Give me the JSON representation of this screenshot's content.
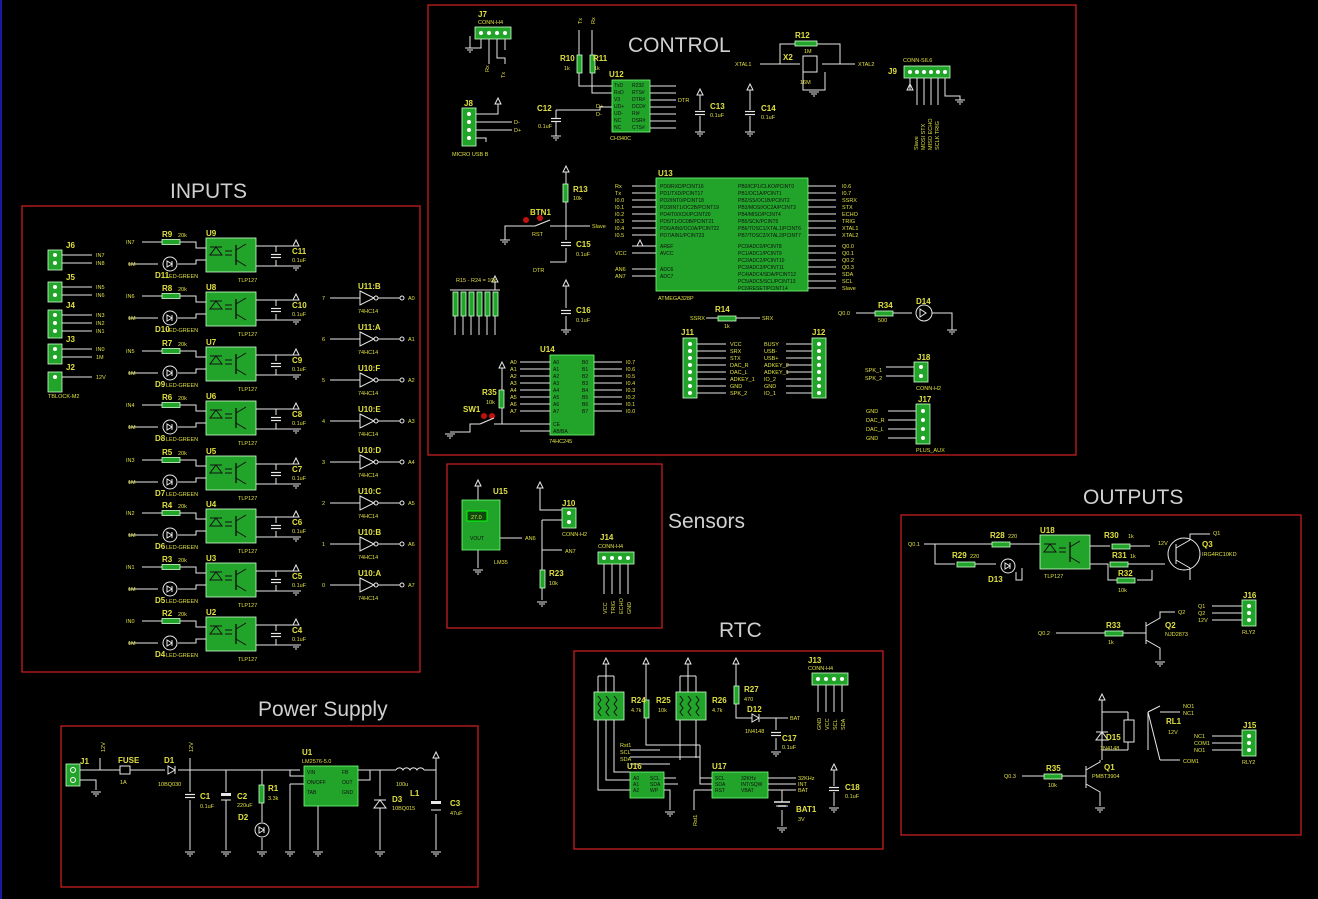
{
  "sections": {
    "control": "CONTROL",
    "inputs": "INPUTS",
    "sensors": "Sensors",
    "outputs": "OUTPUTS",
    "rtc": "RTC",
    "power": "Power Supply"
  },
  "control": {
    "j7": {
      "ref": "J7",
      "value": "CONN-H4",
      "pins": [
        "Rx",
        "Tx"
      ]
    },
    "j8": {
      "ref": "J8",
      "value": "MICRO USB B",
      "pins": [
        "D-",
        "D+"
      ]
    },
    "r10": {
      "ref": "R10",
      "value": "1k"
    },
    "r11": {
      "ref": "R11",
      "value": "1k"
    },
    "u12": {
      "ref": "U12",
      "value": "CH340C",
      "left": [
        "TxD",
        "RxD",
        "V3",
        "UD+",
        "UD-",
        "NC",
        "NC"
      ],
      "right": [
        "R232",
        "RTS#",
        "DTR#",
        "DCD#",
        "RI#",
        "DSR#",
        "CTS#"
      ]
    },
    "c12": {
      "ref": "C12",
      "value": "0.1uF"
    },
    "c13": {
      "ref": "C13",
      "value": "0.1uF"
    },
    "c14": {
      "ref": "C14",
      "value": "0.1uF"
    },
    "r12": {
      "ref": "R12",
      "value": "1M"
    },
    "x2": {
      "ref": "X2",
      "value": "16M"
    },
    "xtal1": "XTAL1",
    "xtal2": "XTAL2",
    "j9": {
      "ref": "J9",
      "value": "CONN-SIL6",
      "pins": [
        "Slave",
        "MOSI STX",
        "MISO ECHO",
        "SCLK TRIG"
      ]
    },
    "dtr": "DTR",
    "r13": {
      "ref": "R13",
      "value": "10k"
    },
    "btn1": {
      "ref": "BTN1",
      "value": "RST"
    },
    "c15": {
      "ref": "C15",
      "value": "0.1uF"
    },
    "c16": {
      "ref": "C16",
      "value": "0.1uF"
    },
    "rnet": {
      "ref": "R15 - R24 = 10k"
    },
    "u13": {
      "ref": "U13",
      "value": "ATMEGA328P",
      "left": [
        "PD0/RXD/PCINT16",
        "PD1/TXD/PCINT17",
        "PD2/INT0/PCINT18",
        "PD3/INT1/OC2B/PCINT19",
        "PD4/T0/XCK/PCINT20",
        "PD5/T1/OC0B/PCINT21",
        "PD6/AIN0/OC0A/PCINT22",
        "PD7/AIN1/PCINT23",
        "AREF",
        "AVCC",
        "ADC6",
        "ADC7"
      ],
      "right": [
        "PB0/ICP1/CLKO/PCINT0",
        "PB1/OC1A/PCINT1",
        "PB2/SS/OC1B/PCINT2",
        "PB3/MOSI/OC2A/PCINT3",
        "PB4/MISO/PCINT4",
        "PB5/SCK/PCINT5",
        "PB6/TOSC1/XTAL1/PCINT6",
        "PB7/TOSC2/XTAL2/PCINT7",
        "PC0/ADC0/PCINT8",
        "PC1/ADC1/PCINT9",
        "PC2/ADC2/PCINT10",
        "PC3/ADC3/PCINT11",
        "PC4/ADC4/SDA/PCINT12",
        "PC5/ADC5/SCL/PCINT13",
        "PC6/RESET/PCINT14"
      ],
      "leftnets": [
        "Rx",
        "Tx",
        "I0.0",
        "I0.1",
        "I0.2",
        "I0.3",
        "I0.4",
        "I0.5",
        "",
        "VCC",
        "AN6",
        "AN7"
      ],
      "rightnets": [
        "I0.6",
        "I0.7",
        "SSRX",
        "STX",
        "ECHO",
        "TRIG",
        "XTAL1",
        "XTAL2",
        "Q0.0",
        "Q0.1",
        "Q0.2",
        "Q0.3",
        "SDA",
        "SCL",
        "Slave"
      ]
    },
    "r34": {
      "ref": "R34",
      "value": "500"
    },
    "d14": {
      "ref": "D14"
    },
    "q00": "Q0.0",
    "r14": {
      "ref": "R14",
      "value": "1k",
      "a": "SSRX",
      "b": "SRX"
    },
    "u14": {
      "ref": "U14",
      "value": "74HC245",
      "left": [
        "A0",
        "A1",
        "A2",
        "A3",
        "A4",
        "A5",
        "A6",
        "A7",
        "CE",
        "AB/BA"
      ],
      "right": [
        "B0",
        "B1",
        "B2",
        "B3",
        "B4",
        "B5",
        "B6",
        "B7"
      ],
      "rightnets": [
        "I0.7",
        "I0.6",
        "I0.5",
        "I0.4",
        "I0.3",
        "I0.2",
        "I0.1",
        "I0.0"
      ]
    },
    "r35": {
      "ref": "R35",
      "value": "10k"
    },
    "sw1": {
      "ref": "SW1"
    },
    "j11": {
      "ref": "J11",
      "nets": [
        "VCC",
        "SRX",
        "STX",
        "DAC_R",
        "DAC_L",
        "ADKEY_1",
        "GND",
        "SPK_2"
      ]
    },
    "j12": {
      "ref": "J12",
      "nets": [
        "BUSY",
        "USB-",
        "USB+",
        "ADKEY_2",
        "ADKEY_1",
        "IO_2",
        "GND",
        "IO_1"
      ]
    },
    "j18": {
      "ref": "J18",
      "value": "CONN-H2",
      "nets": [
        "SPK_1",
        "SPK_2"
      ]
    },
    "j17": {
      "ref": "J17",
      "value": "PLUS_AUX",
      "nets": [
        "GND",
        "DAC_R",
        "DAC_L",
        "GND"
      ]
    }
  },
  "inputs": {
    "connectors": [
      {
        "ref": "J6",
        "nets": [
          "IN7",
          "IN8"
        ]
      },
      {
        "ref": "J5",
        "nets": [
          "IN5",
          "IN6"
        ]
      },
      {
        "ref": "J4",
        "nets": [
          "IN3",
          "IN2",
          "IN1"
        ]
      },
      {
        "ref": "J3",
        "nets": [
          "IN0",
          "1M"
        ]
      },
      {
        "ref": "J2",
        "value": "TBLOCK-M2",
        "nets": [
          "12V"
        ]
      }
    ],
    "channels": [
      {
        "in": "IN7",
        "r": "R9",
        "d": "D11",
        "u": "U9",
        "c": "C11",
        "gate": "U11:B",
        "gin": "7",
        "gout": "A0"
      },
      {
        "in": "IN6",
        "r": "R8",
        "d": "D10",
        "u": "U8",
        "c": "C10",
        "gate": "U11:A",
        "gin": "6",
        "gout": "A1"
      },
      {
        "in": "IN5",
        "r": "R7",
        "d": "D9",
        "u": "U7",
        "c": "C9",
        "gate": "U10:F",
        "gin": "5",
        "gout": "A2"
      },
      {
        "in": "IN4",
        "r": "R6",
        "d": "D8",
        "u": "U6",
        "c": "C8",
        "gate": "U10:E",
        "gin": "4",
        "gout": "A3"
      },
      {
        "in": "IN3",
        "r": "R5",
        "d": "D7",
        "u": "U5",
        "c": "C7",
        "gate": "U10:D",
        "gin": "3",
        "gout": "A4"
      },
      {
        "in": "IN2",
        "r": "R4",
        "d": "D6",
        "u": "U4",
        "c": "C6",
        "gate": "U10:C",
        "gin": "2",
        "gout": "A5"
      },
      {
        "in": "IN1",
        "r": "R3",
        "d": "D5",
        "u": "U3",
        "c": "C5",
        "gate": "U10:B",
        "gin": "1",
        "gout": "A6"
      },
      {
        "in": "IN0",
        "r": "R2",
        "d": "D4",
        "u": "U2",
        "c": "C4",
        "gate": "U10:A",
        "gin": "0",
        "gout": "A7"
      }
    ],
    "r_value": "20k",
    "d_value": "LED-GREEN",
    "u_value": "TLP127",
    "c_value": "0.1uF",
    "gate_value": "74HC14",
    "com": "1M"
  },
  "sensors": {
    "u15": {
      "ref": "U15",
      "value": "LM35",
      "display": "27.0",
      "pin": "VOUT"
    },
    "an6": "AN6",
    "an7": "AN7",
    "j10": {
      "ref": "J10",
      "value": "CONN-H2"
    },
    "r23": {
      "ref": "R23",
      "value": "10k"
    },
    "j14": {
      "ref": "J14",
      "value": "CONN-H4",
      "pins": [
        "VCC",
        "TRIG",
        "ECHO",
        "GND"
      ]
    }
  },
  "outputs": {
    "q01": "Q0.1",
    "q02": "Q0.2",
    "q03": "Q0.3",
    "r28": {
      "ref": "R28",
      "value": "220"
    },
    "r29": {
      "ref": "R29",
      "value": "220"
    },
    "d13": {
      "ref": "D13"
    },
    "u18": {
      "ref": "U18",
      "value": "TLP127"
    },
    "r30": {
      "ref": "R30",
      "value": "1k"
    },
    "r31": {
      "ref": "R31",
      "value": "1k"
    },
    "r32": {
      "ref": "R32",
      "value": "10k"
    },
    "q3": {
      "ref": "Q3",
      "value": "IRG4RC10KD"
    },
    "v12": "12V",
    "j16": {
      "ref": "J16",
      "value": "RLY2",
      "nets": [
        "Q1",
        "Q2",
        "12V"
      ]
    },
    "r33": {
      "ref": "R33",
      "value": "1k"
    },
    "q2": {
      "ref": "Q2",
      "value": "NJD2873"
    },
    "q1n": "Q1",
    "q2n": "Q2",
    "d15": {
      "ref": "D15",
      "value": "1N4148"
    },
    "rl1": {
      "ref": "RL1",
      "value": "12V"
    },
    "no1": "NO1",
    "nc1": "NC1",
    "com1": "COM1",
    "j15": {
      "ref": "J15",
      "value": "RLY2",
      "nets": [
        "NC1",
        "COM1",
        "NO1"
      ]
    },
    "r35": {
      "ref": "R35",
      "value": "10k"
    },
    "q1": {
      "ref": "Q1",
      "value": "PMBT3904"
    }
  },
  "rtc": {
    "r24": {
      "ref": "R24",
      "value": "4.7k"
    },
    "r25": {
      "ref": "R25",
      "value": "10k"
    },
    "r26": {
      "ref": "R26",
      "value": "4.7k"
    },
    "r27": {
      "ref": "R27",
      "value": "470"
    },
    "d12": {
      "ref": "D12",
      "value": "1N4148"
    },
    "bat": "BAT",
    "c17": {
      "ref": "C17",
      "value": "0.1uF"
    },
    "j13": {
      "ref": "J13",
      "value": "CONN-H4",
      "pins": [
        "GND",
        "VCC",
        "SCL",
        "SDA"
      ]
    },
    "u16": {
      "ref": "U16",
      "left": [
        "A0",
        "A1",
        "A2"
      ],
      "right": [
        "SCL",
        "SDA",
        "WP"
      ]
    },
    "u17": {
      "ref": "U17",
      "left": [
        "SCL",
        "SDA",
        "RST"
      ],
      "right": [
        "32KHz",
        "INT/SQW",
        "VBAT"
      ]
    },
    "nets": [
      "Rst1",
      "SCL",
      "SDA"
    ],
    "outnets": [
      "32KHz",
      "INT",
      "BAT"
    ],
    "c18": {
      "ref": "C18",
      "value": "0.1uF"
    },
    "bat1": {
      "ref": "BAT1",
      "value": "3V"
    }
  },
  "power": {
    "j1": {
      "ref": "J1",
      "net": "12V"
    },
    "fuse": {
      "ref": "FUSE",
      "value": "1A"
    },
    "d1": {
      "ref": "D1",
      "value": "10BQ030"
    },
    "v12": "12V",
    "c1": {
      "ref": "C1",
      "value": "0.1uF"
    },
    "c2": {
      "ref": "C2",
      "value": "220uF"
    },
    "r1": {
      "ref": "R1",
      "value": "3.3k"
    },
    "d2": {
      "ref": "D2"
    },
    "u1": {
      "ref": "U1",
      "value": "LM2576-5.0",
      "left": [
        "VIN",
        "ON/OFF",
        "TAB"
      ],
      "right": [
        "FB",
        "OUT",
        "GND"
      ]
    },
    "d3": {
      "ref": "D3",
      "value": "10BQ015"
    },
    "l1": {
      "ref": "L1",
      "value": "100u"
    },
    "c3": {
      "ref": "C3",
      "value": "47uF"
    }
  }
}
